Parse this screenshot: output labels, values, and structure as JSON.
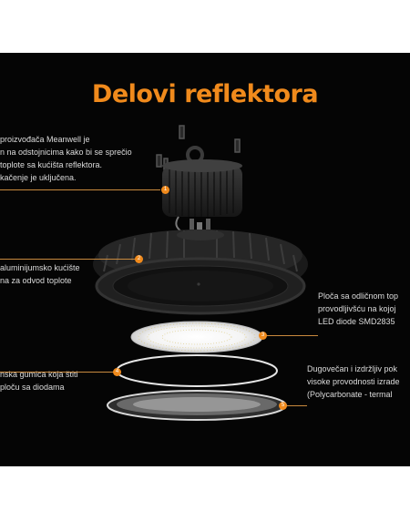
{
  "title": "Delovi reflektora",
  "callouts": {
    "driver": {
      "lines": [
        "proizvođača Meanwell je",
        "n na odstojnicima kako bi se sprečio",
        "toplote sa kućišta reflektora.",
        "kačenje je uključena."
      ],
      "marker": "1"
    },
    "housing": {
      "lines": [
        "aluminijumsko kućište",
        "na za odvod toplote"
      ],
      "marker": "2"
    },
    "board": {
      "lines": [
        "Ploča sa odličnom top",
        "provodljivšću na kojoj",
        "LED diode SMD2835"
      ],
      "marker": "3"
    },
    "gasket": {
      "lines": [
        "nska gumica koja štiti",
        "ploču sa diodama"
      ],
      "marker": "4"
    },
    "lens": {
      "lines": [
        "Dugovečan i izdržljiv pok",
        "visoke provodnosti izrade",
        "(Polycarbonate - termal"
      ],
      "marker": "5"
    }
  },
  "colors": {
    "accent": "#f08a1c",
    "background": "#050505",
    "text": "#dcdcdc"
  }
}
